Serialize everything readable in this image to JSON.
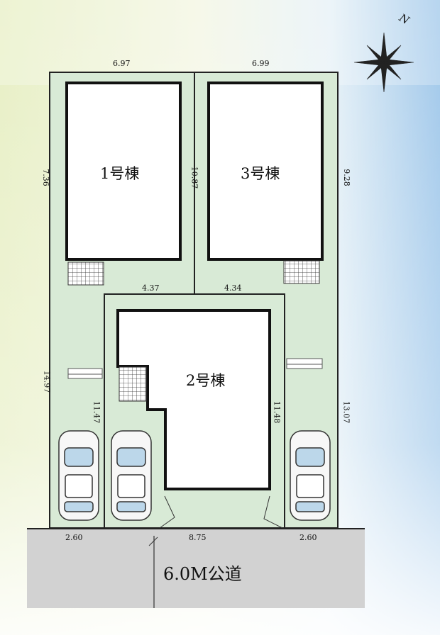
{
  "compass": {
    "label": "N",
    "icon": "compass-rose-icon"
  },
  "colors": {
    "lot_fill": "#d8ead6",
    "road_fill": "#d2d2d2",
    "line": "#222222"
  },
  "buildings": [
    {
      "label": "1号棟"
    },
    {
      "label": "3号棟"
    },
    {
      "label": "2号棟"
    }
  ],
  "dimensions": {
    "top_left": "6.97",
    "top_right": "6.99",
    "left_upper": "7.36",
    "left_lower": "14.97",
    "middle_upper": "10.87",
    "right_upper": "9.28",
    "right_lower": "13.07",
    "center_top_left": "4.37",
    "center_top_right": "4.34",
    "center_left": "11.47",
    "center_right": "11.48",
    "bottom_left": "2.60",
    "bottom_center": "8.75",
    "bottom_right": "2.60"
  },
  "road": {
    "label": "6.0M公道"
  },
  "parking_icons": [
    "car-icon",
    "car-icon",
    "car-icon"
  ]
}
